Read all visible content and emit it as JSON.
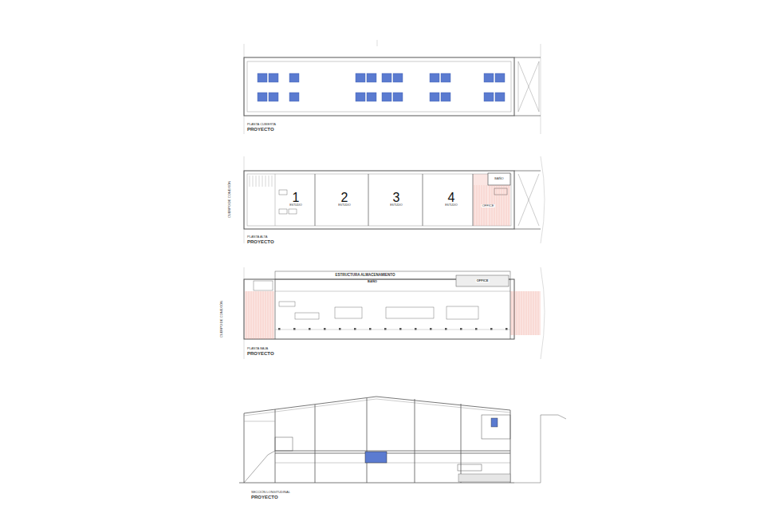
{
  "diagram": {
    "labels": [
      "PLANTA CUBIERTA",
      "PROYECTO",
      "CUERPO DE CONEXIÓN",
      "1",
      "ESTUDIO",
      "2",
      "ESTUDIO",
      "3",
      "ESTUDIO",
      "4",
      "ESTUDIO",
      "BAÑO",
      "OFFICE",
      "PLANTA ALTA",
      "PROYECTO",
      "ESTRUCTURA ALMACENAMIENTO",
      "BAÑO",
      "OFFICE",
      "CUERPO DE CONEXIÓN",
      "PLANTA BAJA",
      "PROYECTO",
      "SECCIÓN LONGITUDINAL",
      "PROYECTO"
    ]
  }
}
